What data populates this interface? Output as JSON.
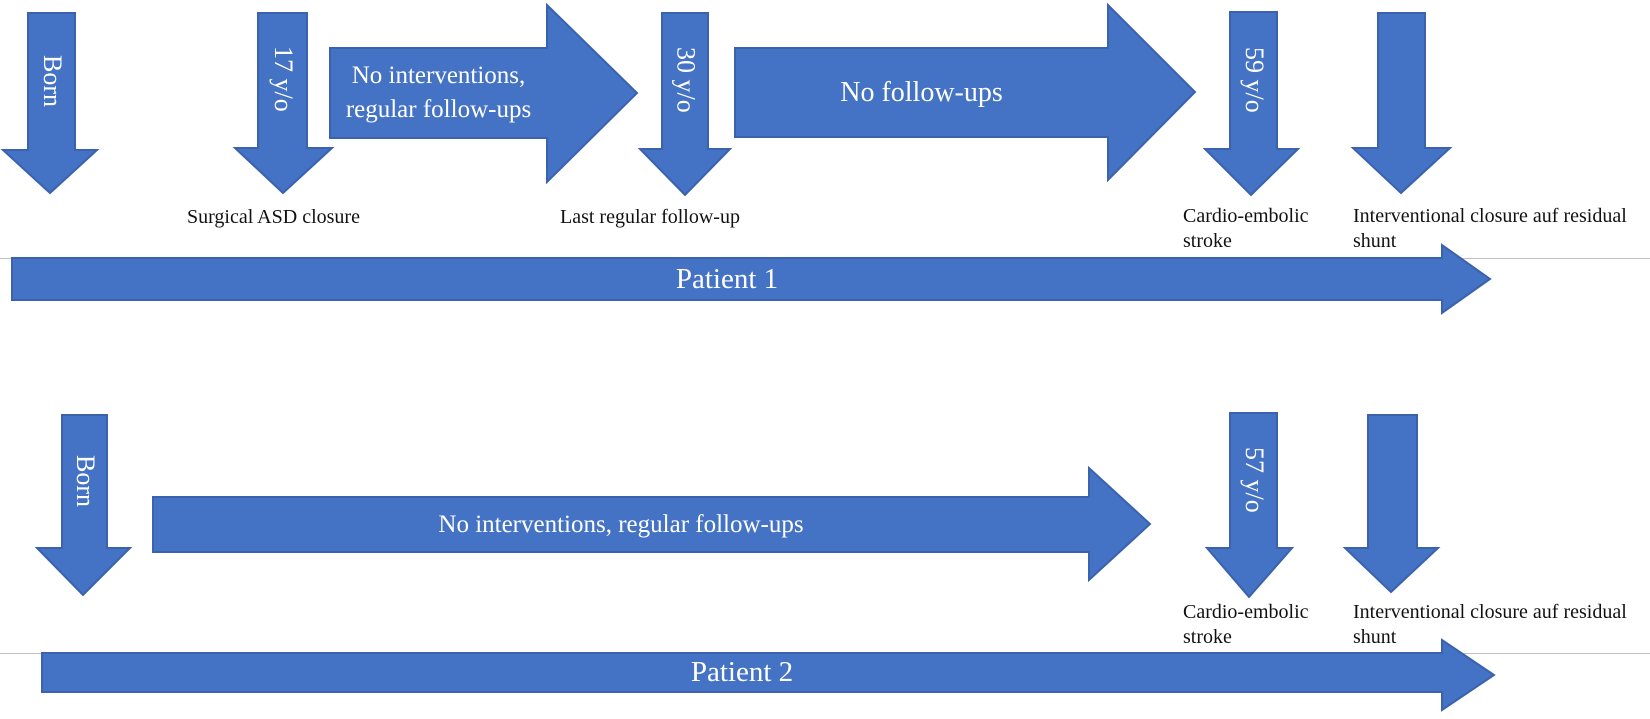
{
  "colors": {
    "arrow_fill": "#4472C4",
    "arrow_border": "#3A62AD",
    "arrow_text": "#FFFFFF",
    "label_text": "#111111",
    "background": "#FFFFFF"
  },
  "patient1": {
    "timeline_label": "Patient 1",
    "born_label": "Born",
    "age_surgery": "17 y/o",
    "surgery_event_label": "Surgical ASD closure",
    "interval1_label": "No interventions,\nregular follow-ups",
    "age_last_followup": "30 y/o",
    "last_followup_event_label": "Last regular follow-up",
    "interval2_label": "No follow-ups",
    "age_stroke": "59 y/o",
    "stroke_event_label": "Cardio-embolic stroke",
    "closure_event_label": "Interventional closure auf residual shunt"
  },
  "patient2": {
    "timeline_label": "Patient 2",
    "born_label": "Born",
    "interval_label": "No interventions, regular follow-ups",
    "age_stroke": "57 y/o",
    "stroke_event_label": "Cardio-embolic stroke",
    "closure_event_label": "Interventional closure auf residual shunt"
  }
}
